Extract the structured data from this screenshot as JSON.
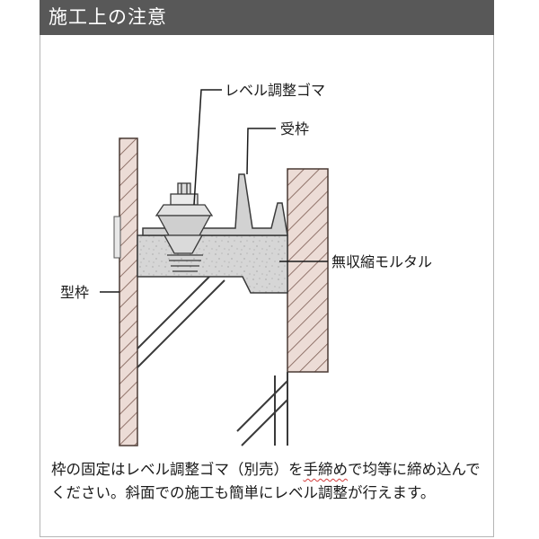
{
  "header": {
    "title": "施工上の注意"
  },
  "diagram": {
    "labels": {
      "level_rubber": "レベル調整ゴマ",
      "receiving_frame": "受枠",
      "mortar": "無収縮モルタル",
      "formwork": "型枠"
    }
  },
  "caption": {
    "part1": "枠の固定はレベル調整ゴマ（別売）を",
    "highlight": "手締め",
    "part2": "で均等に締め込んでください。斜面での施工も簡単にレベル調整が行えます。"
  },
  "colors": {
    "header_bg": "#585858",
    "concrete": "#ecdcd6",
    "mortar": "#d6d6d6",
    "hatch": "#7a5a50",
    "wavy_underline": "#d23a3a"
  }
}
